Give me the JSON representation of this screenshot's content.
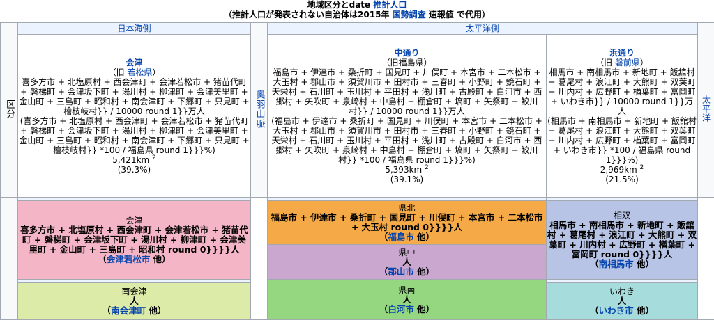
{
  "caption": {
    "line1_prefix": "地域区分とdate ",
    "line1_link": "推計人口",
    "line2_prefix": "（推計人口が発表されない自治体は2015年 ",
    "line2_link": "国勢調査",
    "line2_suffix": " 速報値 で代用）"
  },
  "left_header": "区分",
  "right_label": "太平洋",
  "mountain_label": "奥羽山脈",
  "nihonkai": {
    "label": "日本海側",
    "aizu": {
      "name": "会津",
      "old_prefix": "（旧 ",
      "old_link": "若松県",
      "old_suffix": "）",
      "pop": "喜多方市 + 北塩原村 + 西会津町 + 会津若松市 + 猪苗代町 + 磐梯町 + 会津坂下町 + 湯川村 + 柳津町 + 会津美里町 + 金山町 + 三島町 + 昭和村 + 南会津町 + 下郷町 + 只見町 + 檜枝岐村}} / 10000 round 1}}万人",
      "ratio": "(喜多方市 + 北塩原村 + 西会津町 + 会津若松市 + 猪苗代町 + 磐梯町 + 会津坂下町 + 湯川村 + 柳津町 + 会津美里町 + 金山町 + 三島町 + 昭和村 + 南会津町 + 下郷町 + 只見町 + 檜枝岐村}} *100 / 福島県 round 1}}}%)",
      "area": "5,421km",
      "area_sup": "2",
      "share": "(39.3%)"
    }
  },
  "taiheiyo": {
    "label": "太平洋側",
    "nakadori": {
      "name": "中通り",
      "old_prefix": "（旧福島県）",
      "pop": "福島市 + 伊達市 + 桑折町 + 国見町 + 川俣町 + 本宮市 + 二本松市 + 大玉村 + 郡山市 + 須賀川市 + 田村市 + 三春町 + 小野町 + 鏡石町 + 天栄村 + 石川町 + 玉川村 + 平田村 + 浅川町 + 古殿町 + 白河市 + 西郷村 + 矢吹町 + 泉崎村 + 中島村 + 棚倉町 + 塙町 + 矢祭町 + 鮫川村}} / 10000 round 1}}万人",
      "ratio": "(福島市 + 伊達市 + 桑折町 + 国見町 + 川俣町 + 本宮市 + 二本松市 + 大玉村 + 郡山市 + 須賀川市 + 田村市 + 三春町 + 小野町 + 鏡石町 + 天栄村 + 石川町 + 玉川村 + 平田村 + 浅川町 + 古殿町 + 白河市 + 西郷村 + 矢吹町 + 泉崎村 + 中島村 + 棚倉町 + 塙町 + 矢祭町 + 鮫川村}} *100 / 福島県 round 1}}}%)",
      "area": "5,393km",
      "area_sup": "2",
      "share": "(39.1%)"
    },
    "hamadori": {
      "name": "浜通り",
      "old_prefix": "（旧 ",
      "old_link": "磐前県",
      "old_suffix": "）",
      "pop": "相馬市 + 南相馬市 + 新地町 + 飯舘村 + 葛尾村 + 浪江町 + 大熊町 + 双葉町 + 川内村 + 広野町 + 楢葉町 + 富岡町 + いわき市}} / 10000 round 1}}万人",
      "ratio": "(相馬市 + 南相馬市 + 新地町 + 飯舘村 + 葛尾村 + 浪江町 + 大熊町 + 双葉町 + 川内村 + 広野町 + 楢葉町 + 富岡町 + いわき市}} *100 / 福島県 round 1}}}%)",
      "area": "2,969km",
      "area_sup": "2",
      "share": "(21.5%)"
    }
  },
  "regions": {
    "aizu": {
      "name": "会津",
      "pop": "喜多方市 + 北塩原村 + 西会津町 + 会津若松市 + 猪苗代町 + 磐梯町 + 会津坂下町 + 湯川村 + 柳津町 + 会津美里町 + 金山町 + 三島町 + 昭和村 round 0}}}}人",
      "seat_prefix": "（",
      "seat_link": "会津若松市",
      "seat_suffix": " 他）",
      "color": "#f4b6c6"
    },
    "minamiaizu": {
      "name": "南会津",
      "pop": "人",
      "seat_prefix": "（",
      "seat_link": "南会津町",
      "seat_suffix": " 他）",
      "color": "#dceba8"
    },
    "kenpoku": {
      "name": "県北",
      "pop": "福島市 + 伊達市 + 桑折町 + 国見町 + 川俣町 + 本宮市 + 二本松市 + 大玉村 round 0}}}}人",
      "seat_prefix": "（",
      "seat_link": "福島市",
      "seat_suffix": " 他）",
      "color": "#f5a947"
    },
    "kenchu": {
      "name": "県中",
      "pop": "人",
      "seat_prefix": "（",
      "seat_link": "郡山市",
      "seat_suffix": " 他）",
      "color": "#c9a7cf"
    },
    "kennan": {
      "name": "県南",
      "pop": "人",
      "seat_prefix": "（",
      "seat_link": "白河市",
      "seat_suffix": " 他）",
      "color": "#94d780"
    },
    "soso": {
      "name": "相双",
      "pop": "相馬市 + 南相馬市 + 新地町 + 飯舘村 + 葛尾村 + 浪江町 + 大熊町 + 双葉町 + 川内村 + 広野町 + 楢葉町 + 富岡町 round 0}}}}人",
      "seat_prefix": "（",
      "seat_link": "南相馬市",
      "seat_suffix": " 他）",
      "color": "#b8c4e6"
    },
    "iwaki": {
      "name": "いわき",
      "pop": "人",
      "seat_prefix": "（",
      "seat_link": "いわき市",
      "seat_suffix": " 他）",
      "color": "#a7dcdd"
    }
  }
}
